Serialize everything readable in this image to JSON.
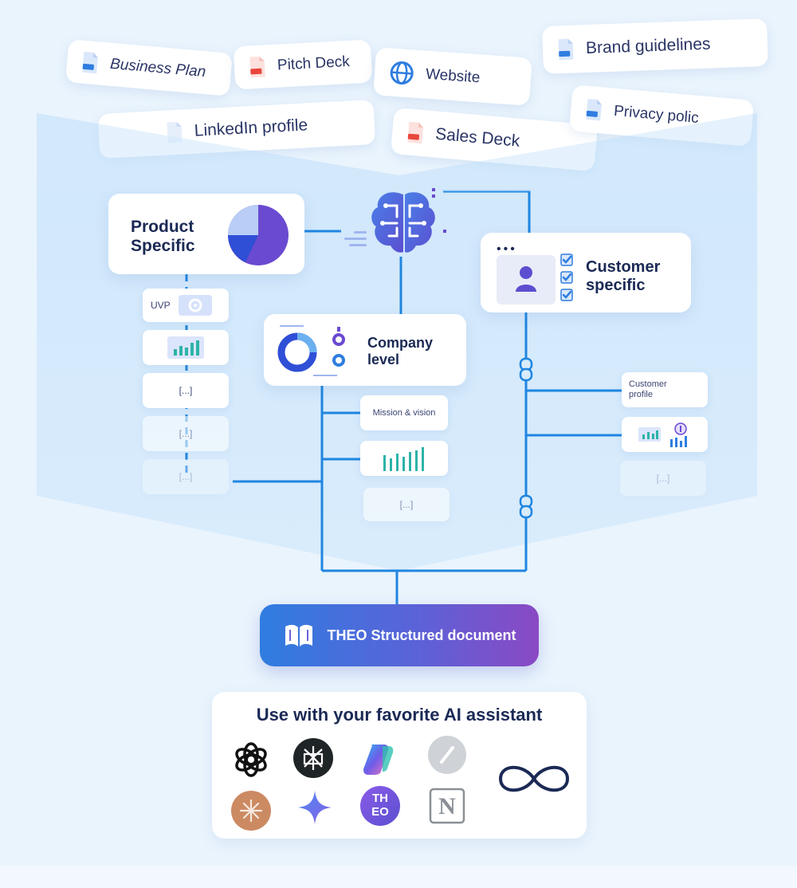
{
  "sources": {
    "business_plan": "Business Plan",
    "pitch_deck": "Pitch Deck",
    "website": "Website",
    "brand_guidelines": "Brand guidelines",
    "linkedin_profile": "LinkedIn profile",
    "sales_deck": "Sales Deck",
    "privacy_policy": "Privacy polic"
  },
  "product": {
    "title_line1": "Product",
    "title_line2": "Specific",
    "uvp_label": "UVP",
    "placeholder_1": "[...]",
    "placeholder_2": "[...]",
    "placeholder_3": "[...]"
  },
  "company": {
    "title_line1": "Company",
    "title_line2": "level",
    "mission_label": "Mission & vision",
    "placeholder": "[...]"
  },
  "customer": {
    "title_line1": "Customer",
    "title_line2": "specific",
    "profile_line1": "Customer",
    "profile_line2": "profile",
    "placeholder": "[...]"
  },
  "theo_button": {
    "label": "THEO Structured document"
  },
  "ai_panel": {
    "title": "Use with your favorite AI assistant",
    "theo_logo_line1": "TH",
    "theo_logo_line2": "EO",
    "notion_letter": "N"
  },
  "colors": {
    "line": "#1f86e0",
    "navy": "#1b2a55",
    "purple": "#6a4ad0",
    "pdf_red": "#e8463c",
    "doc_blue": "#2f7de0"
  },
  "icons": {
    "brain": "ai-brain-icon",
    "globe": "globe-icon",
    "book": "open-book-icon",
    "link": "chain-link-icon",
    "infinity": "infinity-icon"
  }
}
